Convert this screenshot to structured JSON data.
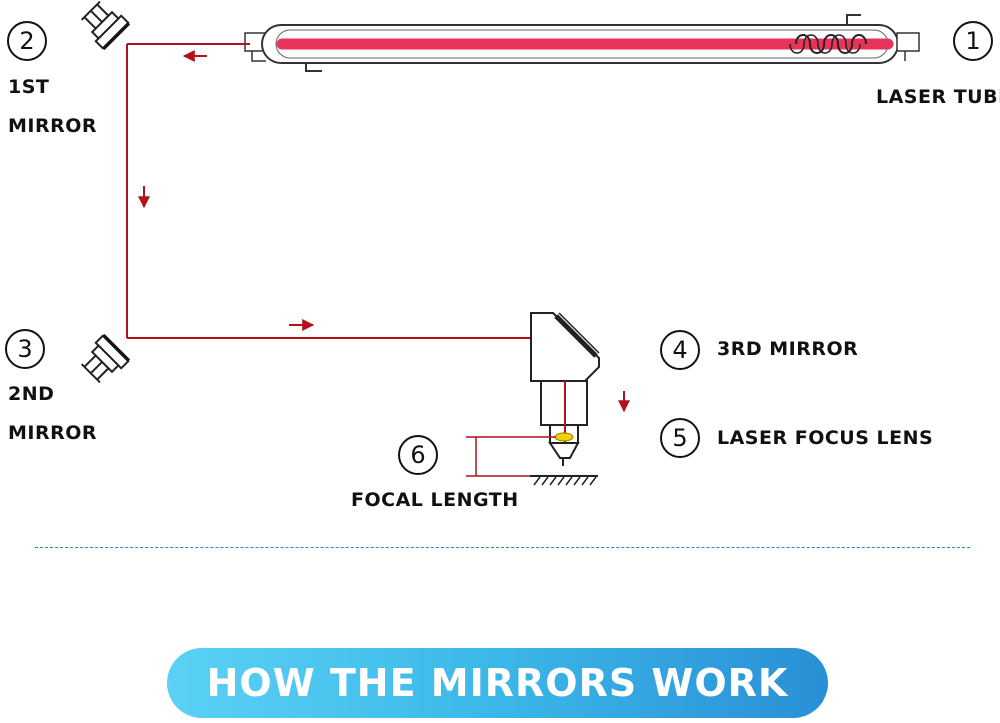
{
  "labels": {
    "n1": "1",
    "laser_tube": "LASER TUBE",
    "n2": "2",
    "mirror1_line1": "1ST",
    "mirror1_line2": "MIRROR",
    "n3": "3",
    "mirror2_line1": "2ND",
    "mirror2_line2": "MIRROR",
    "n4": "4",
    "mirror3": "3RD MIRROR",
    "n5": "5",
    "focus_lens": "LASER FOCUS LENS",
    "n6": "6",
    "focal_length": "FOCAL LENGTH"
  },
  "banner": {
    "title": "HOW THE MIRRORS WORK"
  },
  "colors": {
    "beam": "#b3121c",
    "tube_core": "#e8345a",
    "banner_start": "#5bd1f5",
    "banner_end": "#2a8fd6",
    "divider": "#2a86b5",
    "lens": "#f2d200"
  }
}
